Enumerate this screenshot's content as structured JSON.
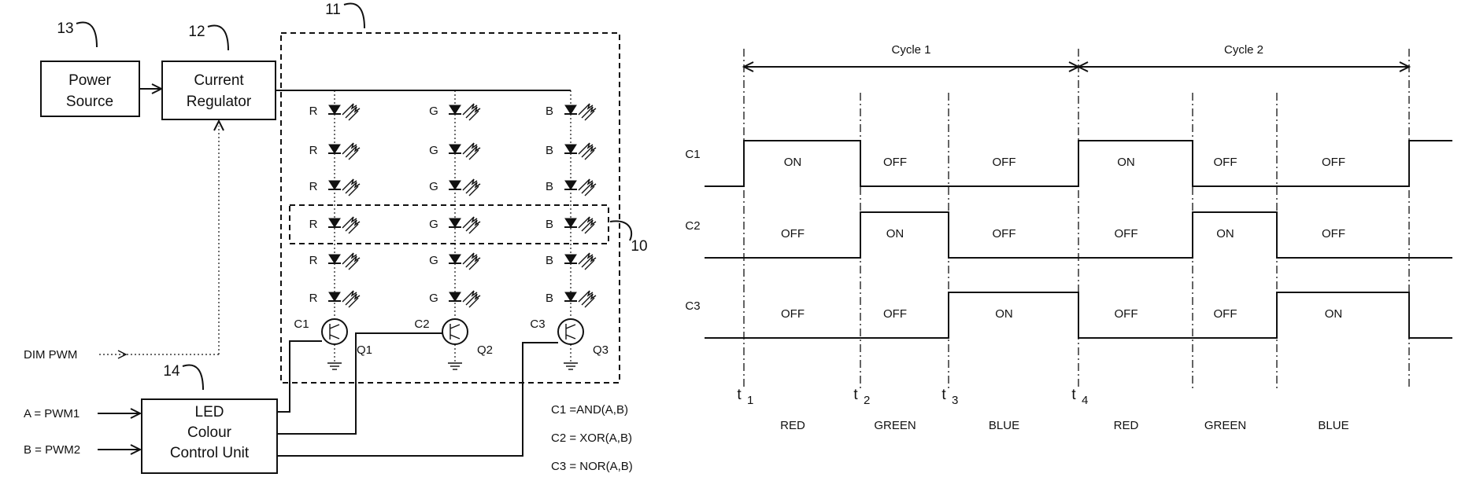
{
  "circuit": {
    "refs": {
      "power_source": "13",
      "current_regulator": "12",
      "led_matrix": "11",
      "led_row": "10",
      "control_unit": "14"
    },
    "power_source": [
      "Power",
      "Source"
    ],
    "current_regulator": [
      "Current",
      "Regulator"
    ],
    "control_unit": [
      "LED",
      "Colour",
      "Control Unit"
    ],
    "dim_input": "DIM PWM",
    "inputs": [
      "A = PWM1",
      "B = PWM2"
    ],
    "columns": [
      "R",
      "G",
      "B"
    ],
    "leds_per_column": 6,
    "switches": [
      {
        "control": "C1",
        "transistor": "Q1"
      },
      {
        "control": "C2",
        "transistor": "Q2"
      },
      {
        "control": "C3",
        "transistor": "Q3"
      }
    ],
    "logic": [
      "C1 =AND(A,B)",
      "C2 =  XOR(A,B)",
      "C3 = NOR(A,B)"
    ]
  },
  "timing": {
    "cycles": [
      "Cycle 1",
      "Cycle 2"
    ],
    "signals": [
      {
        "name": "C1",
        "levels": [
          1,
          0,
          0,
          1,
          0,
          0
        ],
        "labels": [
          "ON",
          "OFF",
          "OFF",
          "ON",
          "OFF",
          "OFF"
        ]
      },
      {
        "name": "C2",
        "levels": [
          0,
          1,
          0,
          0,
          1,
          0
        ],
        "labels": [
          "OFF",
          "ON",
          "OFF",
          "OFF",
          "ON",
          "OFF"
        ]
      },
      {
        "name": "C3",
        "levels": [
          0,
          0,
          1,
          0,
          0,
          1
        ],
        "labels": [
          "OFF",
          "OFF",
          "ON",
          "OFF",
          "OFF",
          "ON"
        ]
      }
    ],
    "time_marks": [
      {
        "base": "t",
        "sub": "1"
      },
      {
        "base": "t",
        "sub": "2"
      },
      {
        "base": "t",
        "sub": "3"
      },
      {
        "base": "t",
        "sub": "4"
      }
    ],
    "phases": [
      "RED",
      "GREEN",
      "BLUE",
      "RED",
      "GREEN",
      "BLUE"
    ]
  }
}
